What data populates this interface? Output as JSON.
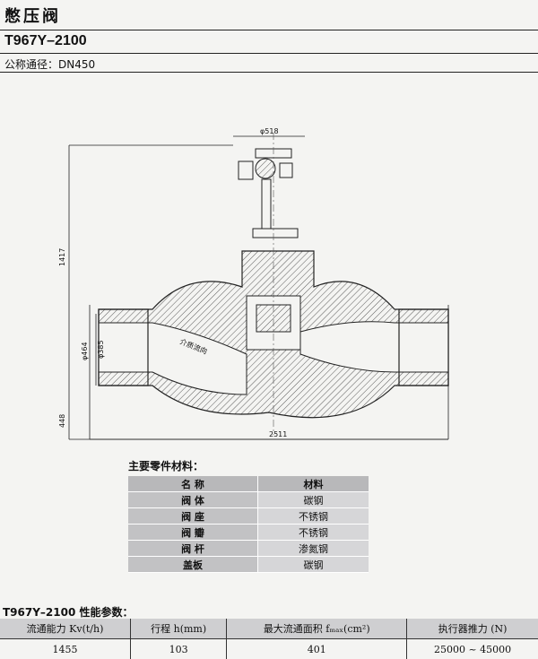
{
  "header": {
    "title": "憋压阀",
    "model": "T967Y–2100",
    "nominal_diameter": "公称通径：DN450"
  },
  "drawing": {
    "dim_top": "φ518",
    "dim_height": "1417",
    "dim_bore_outer": "φ464",
    "dim_bore_inner": "φ385",
    "dim_lower": "448",
    "dim_length": "2511",
    "flow_label": "介质流向"
  },
  "materials": {
    "title": "主要零件材料：",
    "headers": [
      "名  称",
      "材料"
    ],
    "rows": [
      [
        "阀  体",
        "碳钢"
      ],
      [
        "阀  座",
        "不锈钢"
      ],
      [
        "阀  瓣",
        "不锈钢"
      ],
      [
        "阀  杆",
        "渗氮钢"
      ],
      [
        "盖板",
        "碳钢"
      ]
    ]
  },
  "performance": {
    "title": "T967Y–2100 性能参数：",
    "headers": [
      "流通能力 Kv(t/h)",
      "行程 h(mm)",
      "最大流通面积 fₘₐₓ(cm²)",
      "执行器推力 (N)"
    ],
    "row": [
      "1455",
      "103",
      "401",
      "25000 ~ 45000"
    ]
  }
}
